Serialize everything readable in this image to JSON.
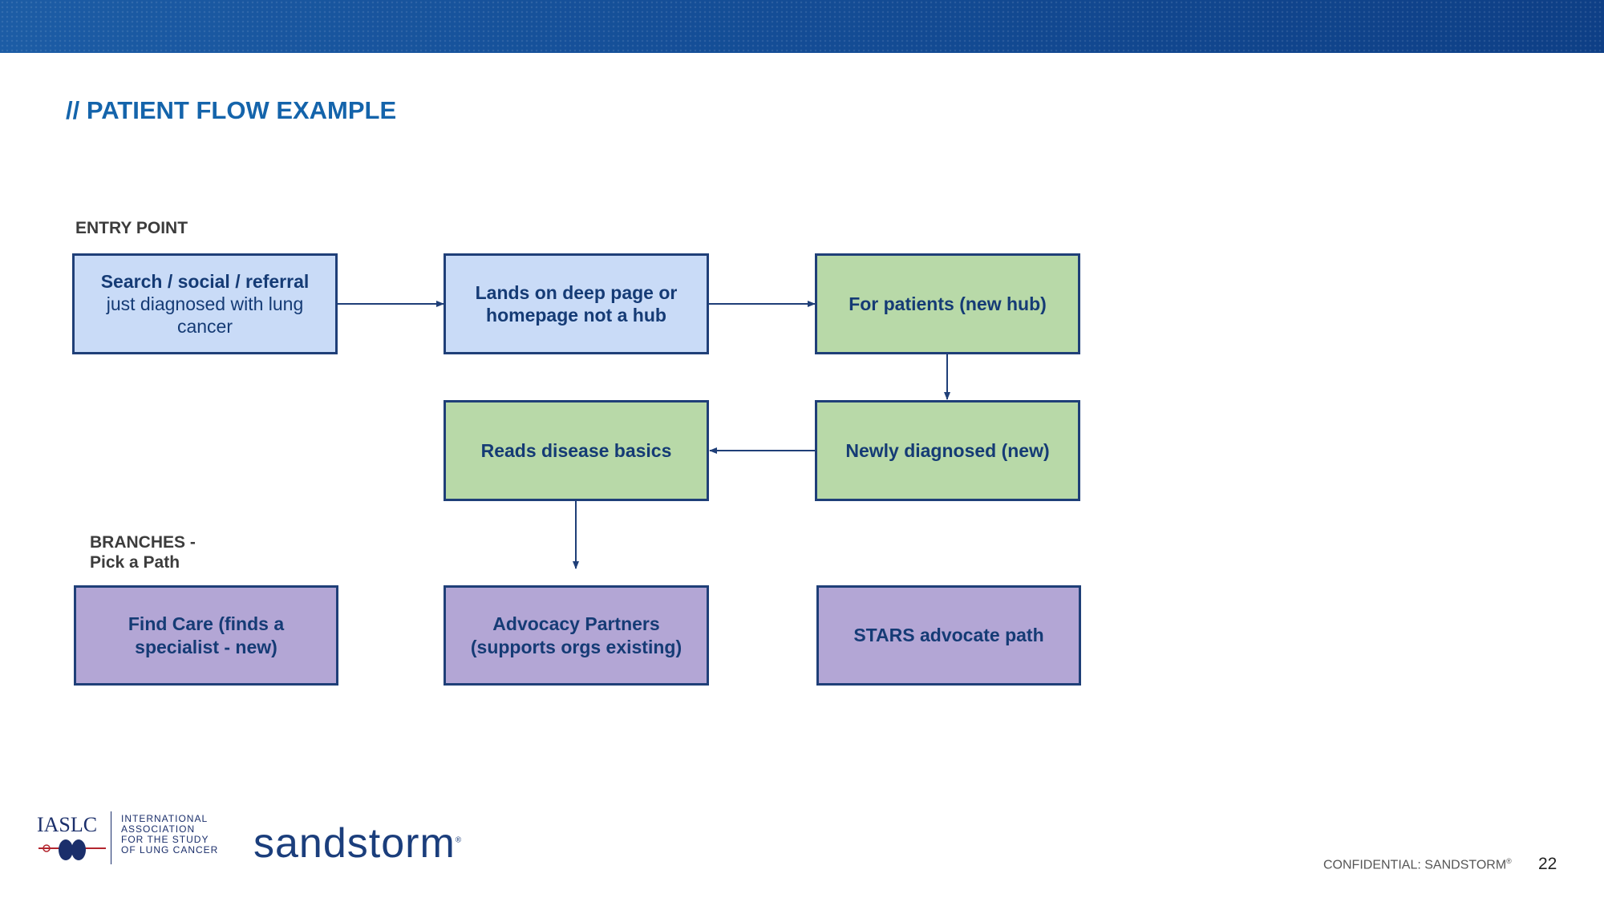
{
  "slide": {
    "title": "// PATIENT FLOW EXAMPLE",
    "entry_label": "ENTRY POINT",
    "branches_label_line1": "BRANCHES -",
    "branches_label_line2": "Pick a Path"
  },
  "colors": {
    "title": "#1464ab",
    "blue_box": "#c9dbf7",
    "green_box": "#b8d9a8",
    "purple_box": "#b3a6d5",
    "border": "#1f3f78"
  },
  "flow": {
    "entry_bold": "Search / social / referral",
    "entry_sub": "just diagnosed with lung cancer",
    "lands": "Lands on deep page or homepage not a hub",
    "for_patients": "For patients (new hub)",
    "newly_diagnosed": "Newly diagnosed (new)",
    "reads_basics": "Reads disease basics",
    "find_care": "Find Care (finds a specialist - new)",
    "advocacy": "Advocacy Partners (supports orgs existing)",
    "stars": "STARS advocate path"
  },
  "footer": {
    "iaslc_acronym": "IASLC",
    "iaslc_line1": "INTERNATIONAL",
    "iaslc_line2": "ASSOCIATION",
    "iaslc_line3": "FOR THE STUDY",
    "iaslc_line4": "OF LUNG CANCER",
    "sandstorm_logo": "sandstorm",
    "confidential": "CONFIDENTIAL: SANDSTORM",
    "registered": "®",
    "page_number": "22"
  }
}
